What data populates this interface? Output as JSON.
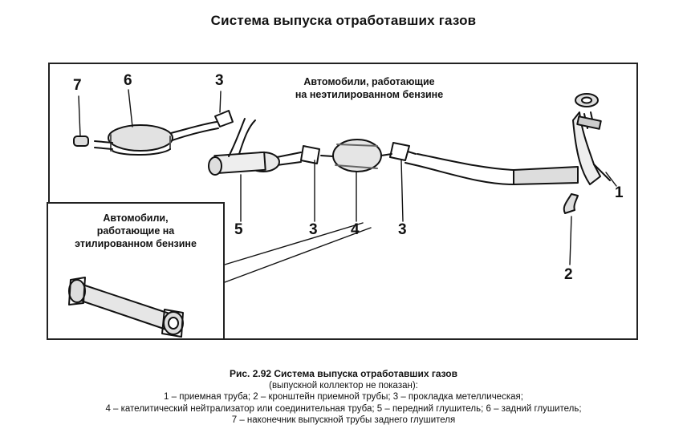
{
  "title": "Система выпуска отработавших газов",
  "labels": {
    "unleaded_line1": "Автомобили, работающие",
    "unleaded_line2": "на неэтилированном бензине",
    "leaded_line1": "Автомобили,",
    "leaded_line2": "работающие на",
    "leaded_line3": "этилированном бензине"
  },
  "numbers": {
    "n7": "7",
    "n6": "6",
    "n3_top": "3",
    "n1": "1",
    "n2": "2",
    "n5": "5",
    "n3_left": "3",
    "n4": "4",
    "n3_right": "3"
  },
  "caption": {
    "heading": "Рис. 2.92 Система выпуска отработавших газов",
    "line2": "(выпускной коллектор не показан):",
    "line3": "1 – приемная труба; 2 – кронштейн приемной трубы; 3 – прокладка метеллическая;",
    "line4": "4 – кателитический нейтрализатор или соединительная труба; 5 – передний глушитель; 6 – задний глушитель;",
    "line5": "7 – наконечник выпускной трубы заднего глушителя"
  }
}
